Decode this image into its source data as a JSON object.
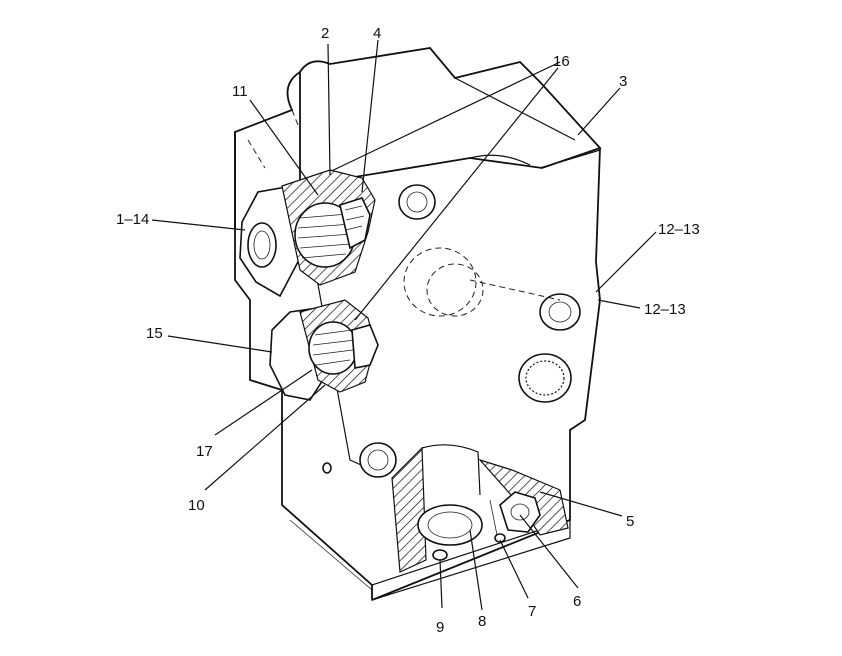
{
  "callouts": [
    {
      "id": "2",
      "text": "2"
    },
    {
      "id": "4",
      "text": "4"
    },
    {
      "id": "16",
      "text": "16"
    },
    {
      "id": "3",
      "text": "3"
    },
    {
      "id": "11",
      "text": "11"
    },
    {
      "id": "1-14",
      "text": "1–14"
    },
    {
      "id": "12-13-top",
      "text": "12–13"
    },
    {
      "id": "12-13-right",
      "text": "12–13"
    },
    {
      "id": "15",
      "text": "15"
    },
    {
      "id": "17",
      "text": "17"
    },
    {
      "id": "10",
      "text": "10"
    },
    {
      "id": "5",
      "text": "5"
    },
    {
      "id": "6",
      "text": "6"
    },
    {
      "id": "7",
      "text": "7"
    },
    {
      "id": "8",
      "text": "8"
    },
    {
      "id": "9",
      "text": "9"
    }
  ]
}
